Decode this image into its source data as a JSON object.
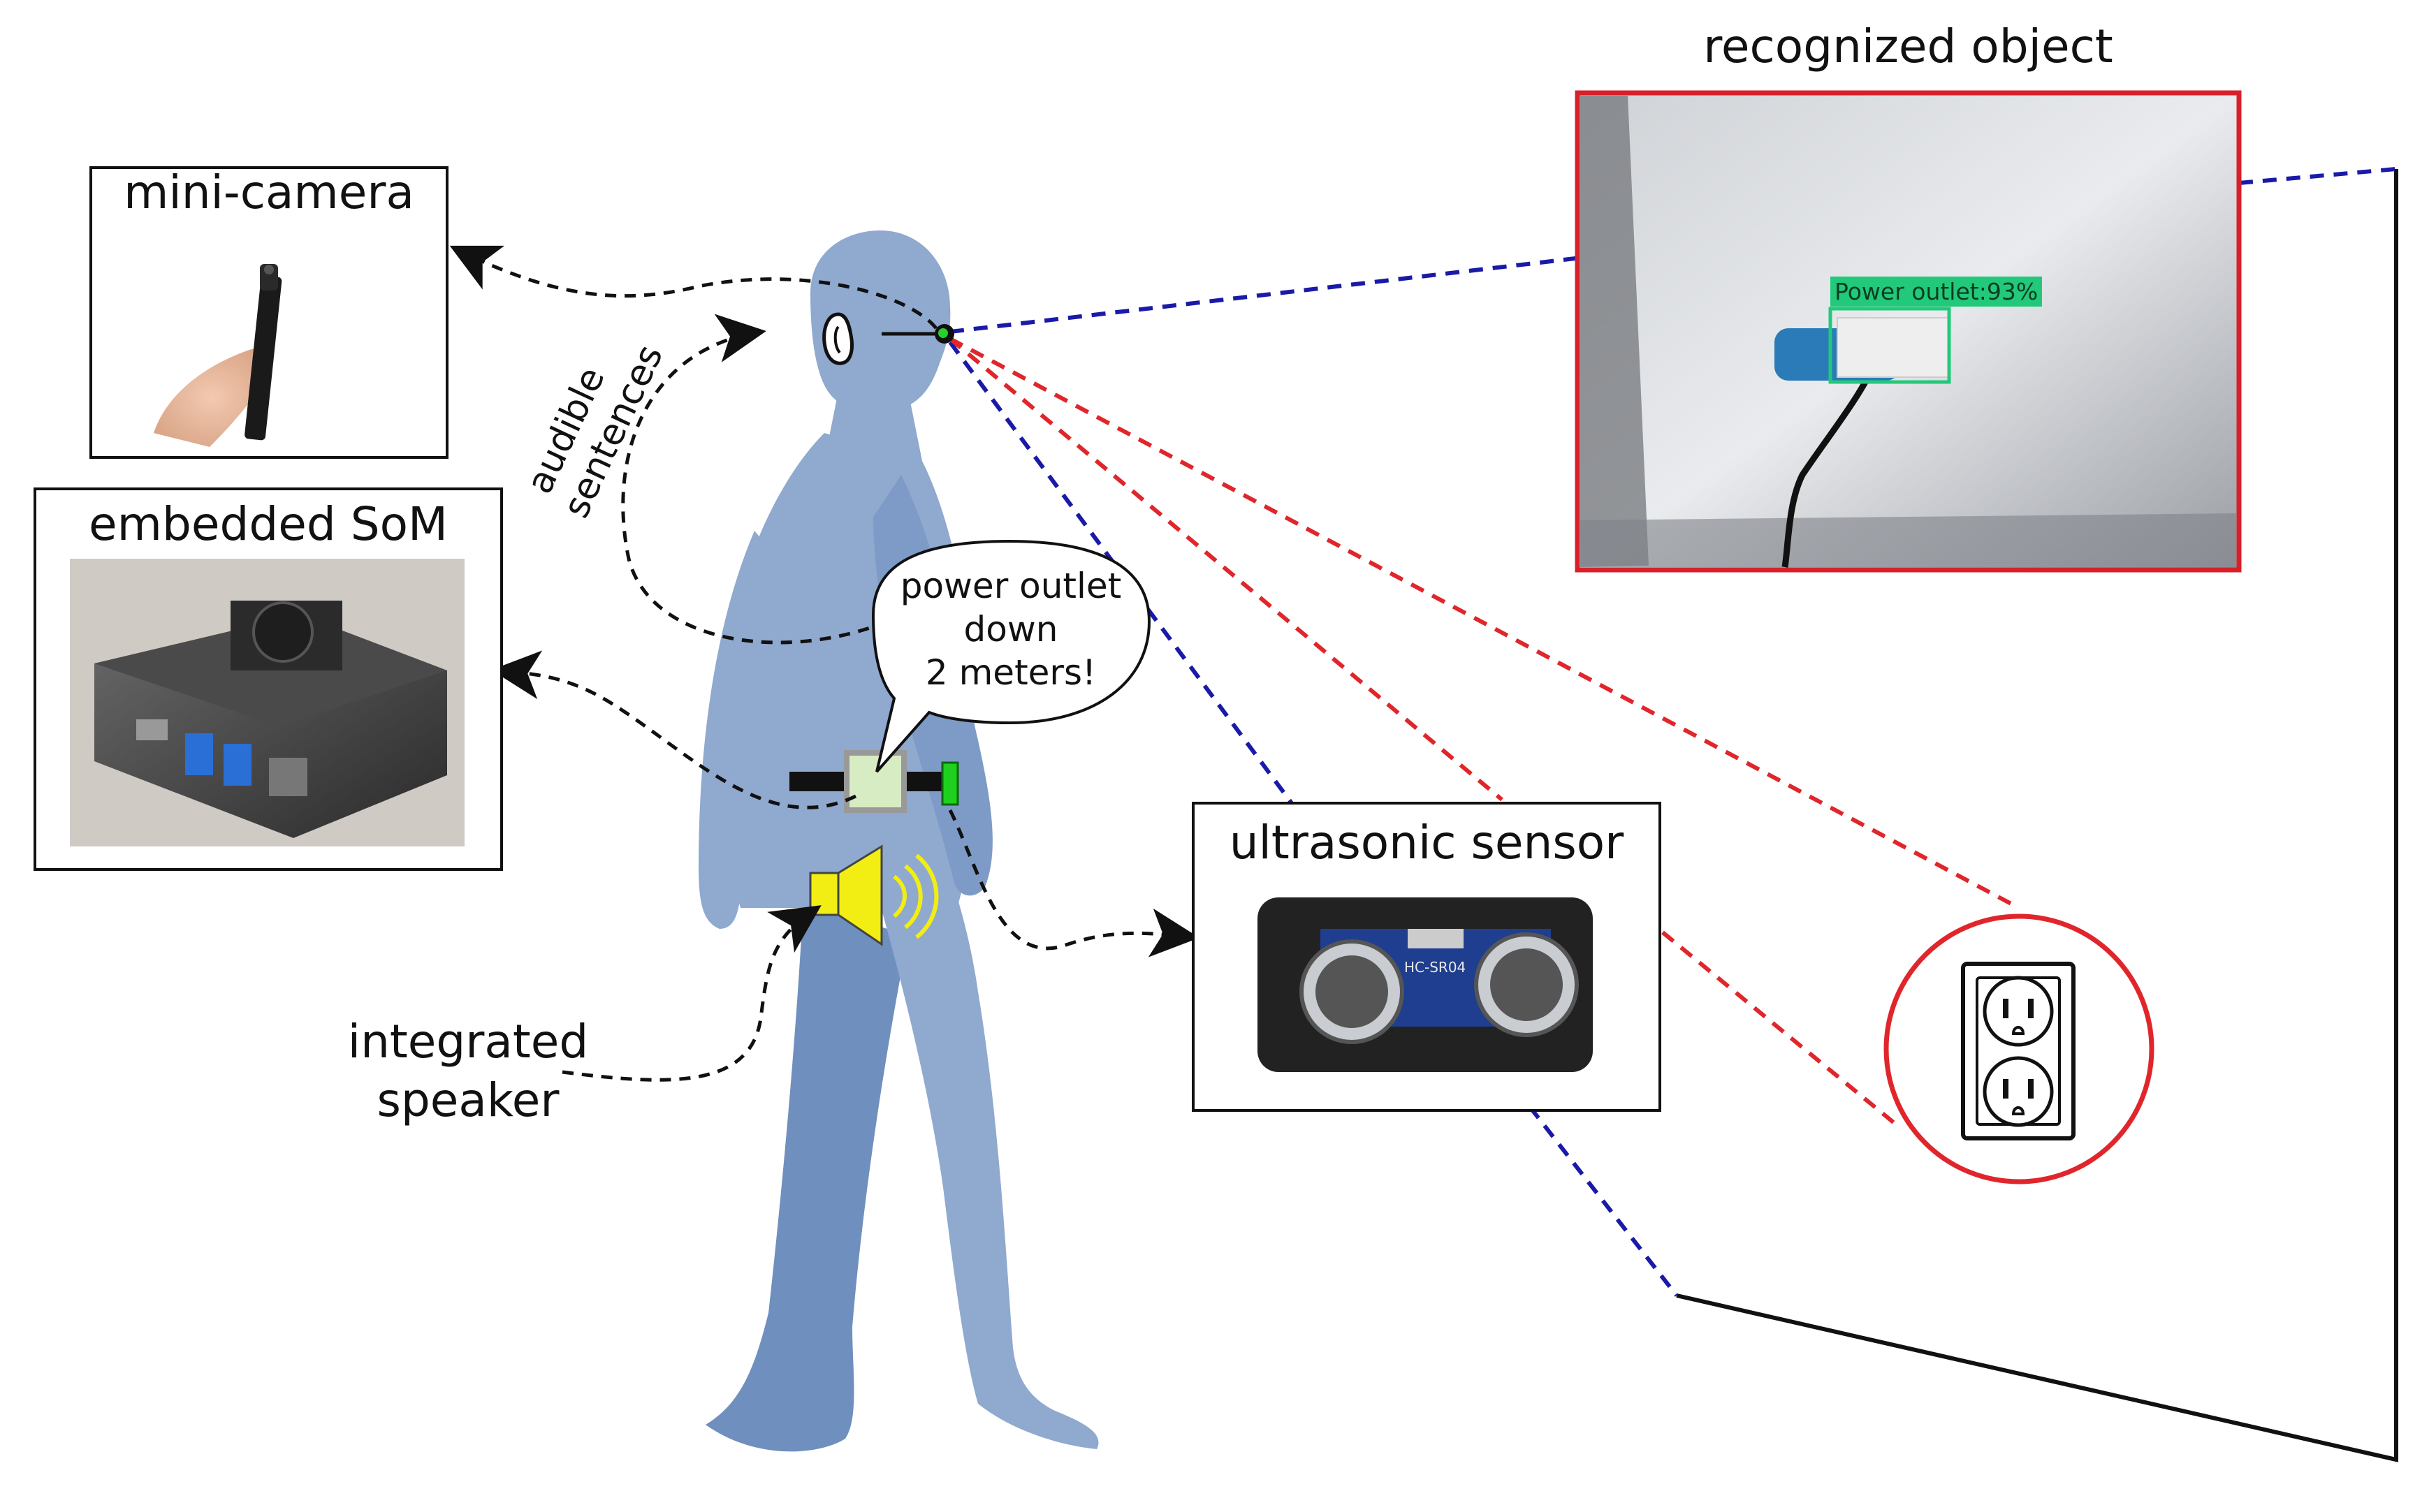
{
  "labels": {
    "recognized_object": "recognized object",
    "mini_camera": "mini-camera",
    "embedded_som": "embedded SoM",
    "ultrasonic_sensor": "ultrasonic sensor",
    "integrated_speaker_line1": "integrated",
    "integrated_speaker_line2": "speaker",
    "audible_line1": "audible",
    "audible_line2": "sentences"
  },
  "speech_bubble": {
    "line1": "power outlet",
    "line2": "down",
    "line3": "2 meters!"
  },
  "detection": {
    "tag": "Power outlet:93%"
  },
  "sensor_chip_label": "HC-SR04",
  "colors": {
    "person": "#8fa9cf",
    "person_dark": "#6f8fbe",
    "camera_ray": "#1a1aa8",
    "sensor_ray": "#e0262b",
    "recognized_frame": "#d8202a",
    "speaker": "#f2ee13",
    "belt_module": "#d8ecc4",
    "sensor_led": "#1fd01f",
    "detection_box": "#22c97a"
  },
  "icons": [
    "camera-icon",
    "ear-icon",
    "speaker-icon",
    "power-outlet-icon",
    "som-board-icon",
    "ultrasonic-sensor-icon"
  ]
}
